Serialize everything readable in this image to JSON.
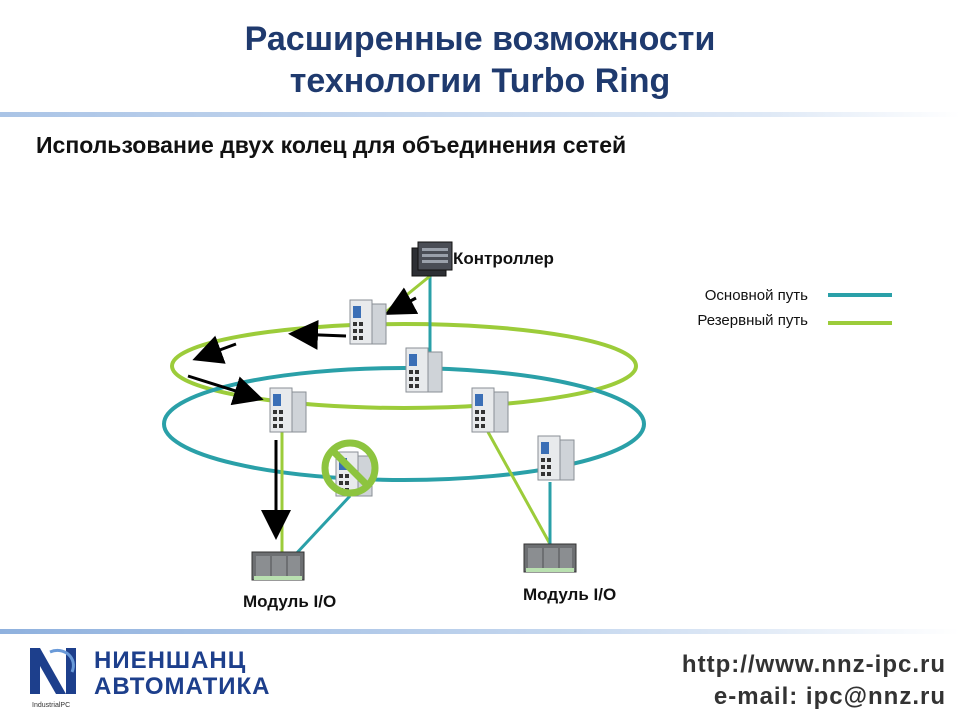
{
  "header": {
    "title_line1": "Расширенные возможности",
    "title_line2": "технологии Turbo Ring",
    "subtitle": "Использование двух колец для объединения сетей"
  },
  "diagram": {
    "controller_label": "Контроллер",
    "io_module_label_left": "Модуль I/O",
    "io_module_label_right": "Модуль I/O",
    "legend": {
      "primary_label": "Основной путь",
      "backup_label": "Резервный путь",
      "primary_color": "#2aa0a8",
      "backup_color": "#9ccc3a"
    }
  },
  "footer": {
    "brand_line1": "НИЕНШАНЦ",
    "brand_line2": "АВТОМАТИКА",
    "brand_small": "IndustrialPC",
    "url": "http://www.nnz-ipc.ru",
    "email": "e-mail: ipc@nnz.ru"
  }
}
